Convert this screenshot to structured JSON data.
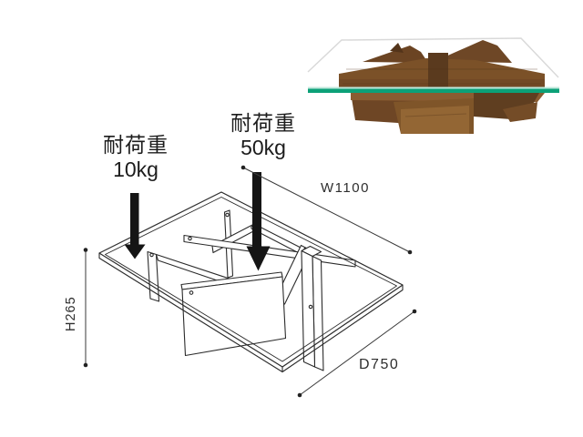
{
  "page": {
    "background_color": "#ffffff",
    "description_visible_text_only": true
  },
  "product_photo": {
    "subject": "wooden cross-base coffee table with glass top",
    "glass_edge_color": "#0ca178",
    "glass_outline_color": "#d9d9d9",
    "wood_color_main": "#7b5128",
    "wood_color_dark": "#5a3a1e",
    "wood_color_light": "#936634"
  },
  "diagram": {
    "line_color": "#2b2b2b",
    "arrow_color": "#151515",
    "loads": [
      {
        "title": "耐荷重",
        "value": "10kg",
        "target": "glass-top"
      },
      {
        "title": "耐荷重",
        "value": "50kg",
        "target": "wood-base-center"
      }
    ],
    "dimensions": {
      "width": "W1100",
      "height": "H265",
      "depth": "D750"
    }
  }
}
